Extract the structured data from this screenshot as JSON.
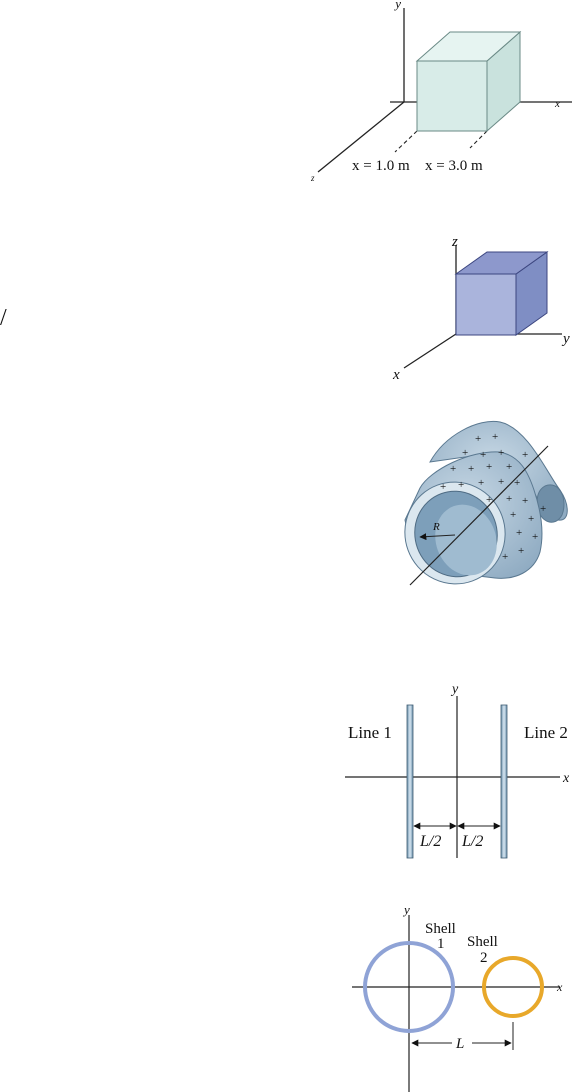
{
  "figures": {
    "cube_xyz": {
      "axis_y": "y",
      "axis_x": "x",
      "axis_z": "z",
      "label_x1": "x = 1.0 m",
      "label_x2": "x = 3.0 m",
      "colors": {
        "face_front": "#d8ece8",
        "face_top": "#e6f4f1",
        "face_side": "#c9e2dd"
      }
    },
    "cube_blue": {
      "axis_z": "z",
      "axis_y": "y",
      "axis_x": "x",
      "colors": {
        "face_front": "#aab4dc",
        "face_top": "#8d98cc",
        "face_side": "#7f8ec4"
      }
    },
    "margin_mark": {
      "glyph": "/"
    },
    "cylinder": {
      "label_radius": "R",
      "charge_symbol": "+",
      "colors": {
        "shell": "#a9c1d4",
        "inner": "#7d9fba",
        "rim": "#dbe7ef"
      }
    },
    "two_lines": {
      "label_line1": "Line 1",
      "label_line2": "Line 2",
      "axis_y": "y",
      "axis_x": "x",
      "label_left_dist": "L/2",
      "label_right_dist": "L/2",
      "colors": {
        "rod": "#8fb3cc"
      }
    },
    "two_shells": {
      "axis_y": "y",
      "axis_x": "x",
      "shell1_label_a": "Shell",
      "shell1_label_b": "1",
      "shell2_label_a": "Shell",
      "shell2_label_b": "2",
      "label_distance": "L",
      "colors": {
        "shell1": "#8fa3d6",
        "shell2": "#e8a82a"
      }
    }
  }
}
